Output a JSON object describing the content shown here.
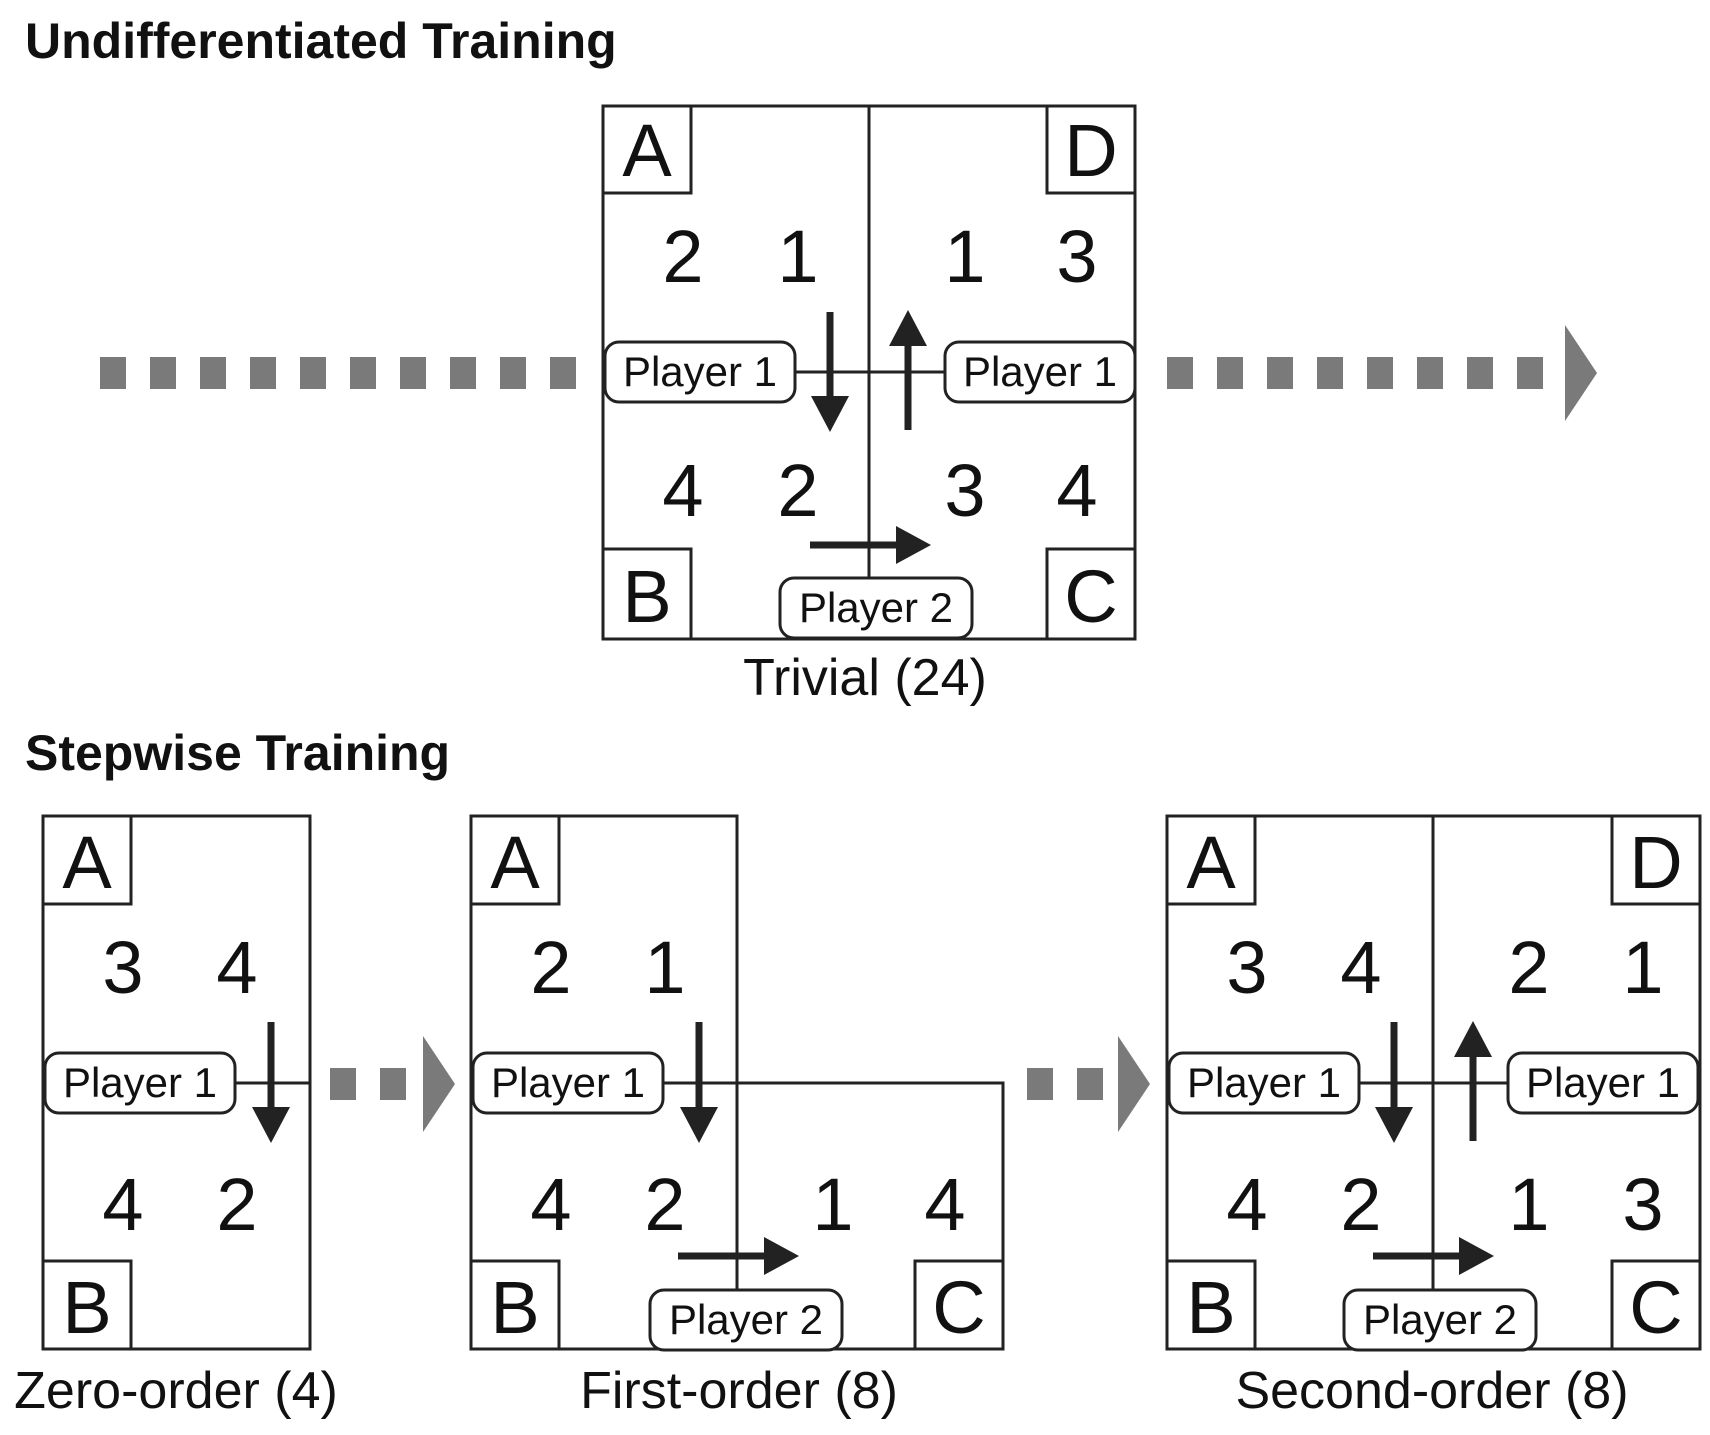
{
  "sections": {
    "undifferentiated_title": "Undifferentiated Training",
    "stepwise_title": "Stepwise Training"
  },
  "trivial": {
    "letters": {
      "A": "A",
      "B": "B",
      "C": "C",
      "D": "D"
    },
    "values": {
      "a1": "2",
      "a2": "1",
      "d1": "1",
      "d2": "3",
      "b1": "4",
      "b2": "2",
      "c1": "3",
      "c2": "4"
    },
    "player_left": "Player 1",
    "player_right": "Player 1",
    "player_bottom": "Player 2",
    "caption": "Trivial (24)"
  },
  "zero_order": {
    "letters": {
      "A": "A",
      "B": "B"
    },
    "values": {
      "a1": "3",
      "a2": "4",
      "b1": "4",
      "b2": "2"
    },
    "player_left": "Player 1",
    "caption": "Zero-order (4)"
  },
  "first_order": {
    "letters": {
      "A": "A",
      "B": "B",
      "C": "C"
    },
    "values": {
      "a1": "2",
      "a2": "1",
      "b1": "4",
      "b2": "2",
      "c1": "1",
      "c2": "4"
    },
    "player_left": "Player 1",
    "player_bottom": "Player 2",
    "caption": "First-order (8)"
  },
  "second_order": {
    "letters": {
      "A": "A",
      "B": "B",
      "C": "C",
      "D": "D"
    },
    "values": {
      "a1": "3",
      "a2": "4",
      "d1": "2",
      "d2": "1",
      "b1": "4",
      "b2": "2",
      "c1": "1",
      "c2": "3"
    },
    "player_left": "Player 1",
    "player_right": "Player 1",
    "player_bottom": "Player 2",
    "caption": "Second-order (8)"
  }
}
